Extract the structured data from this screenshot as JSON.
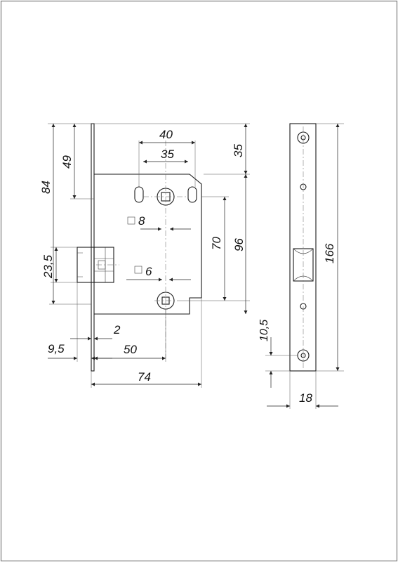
{
  "dimensions": {
    "d40": "40",
    "d35_top": "35",
    "d35_right": "35",
    "d49": "49",
    "d84": "84",
    "d8": "8",
    "d70": "70",
    "d96": "96",
    "d23_5": "23,5",
    "d6": "6",
    "d2": "2",
    "d9_5": "9,5",
    "d50": "50",
    "d74": "74",
    "d166": "166",
    "d10_5": "10,5",
    "d18": "18"
  }
}
